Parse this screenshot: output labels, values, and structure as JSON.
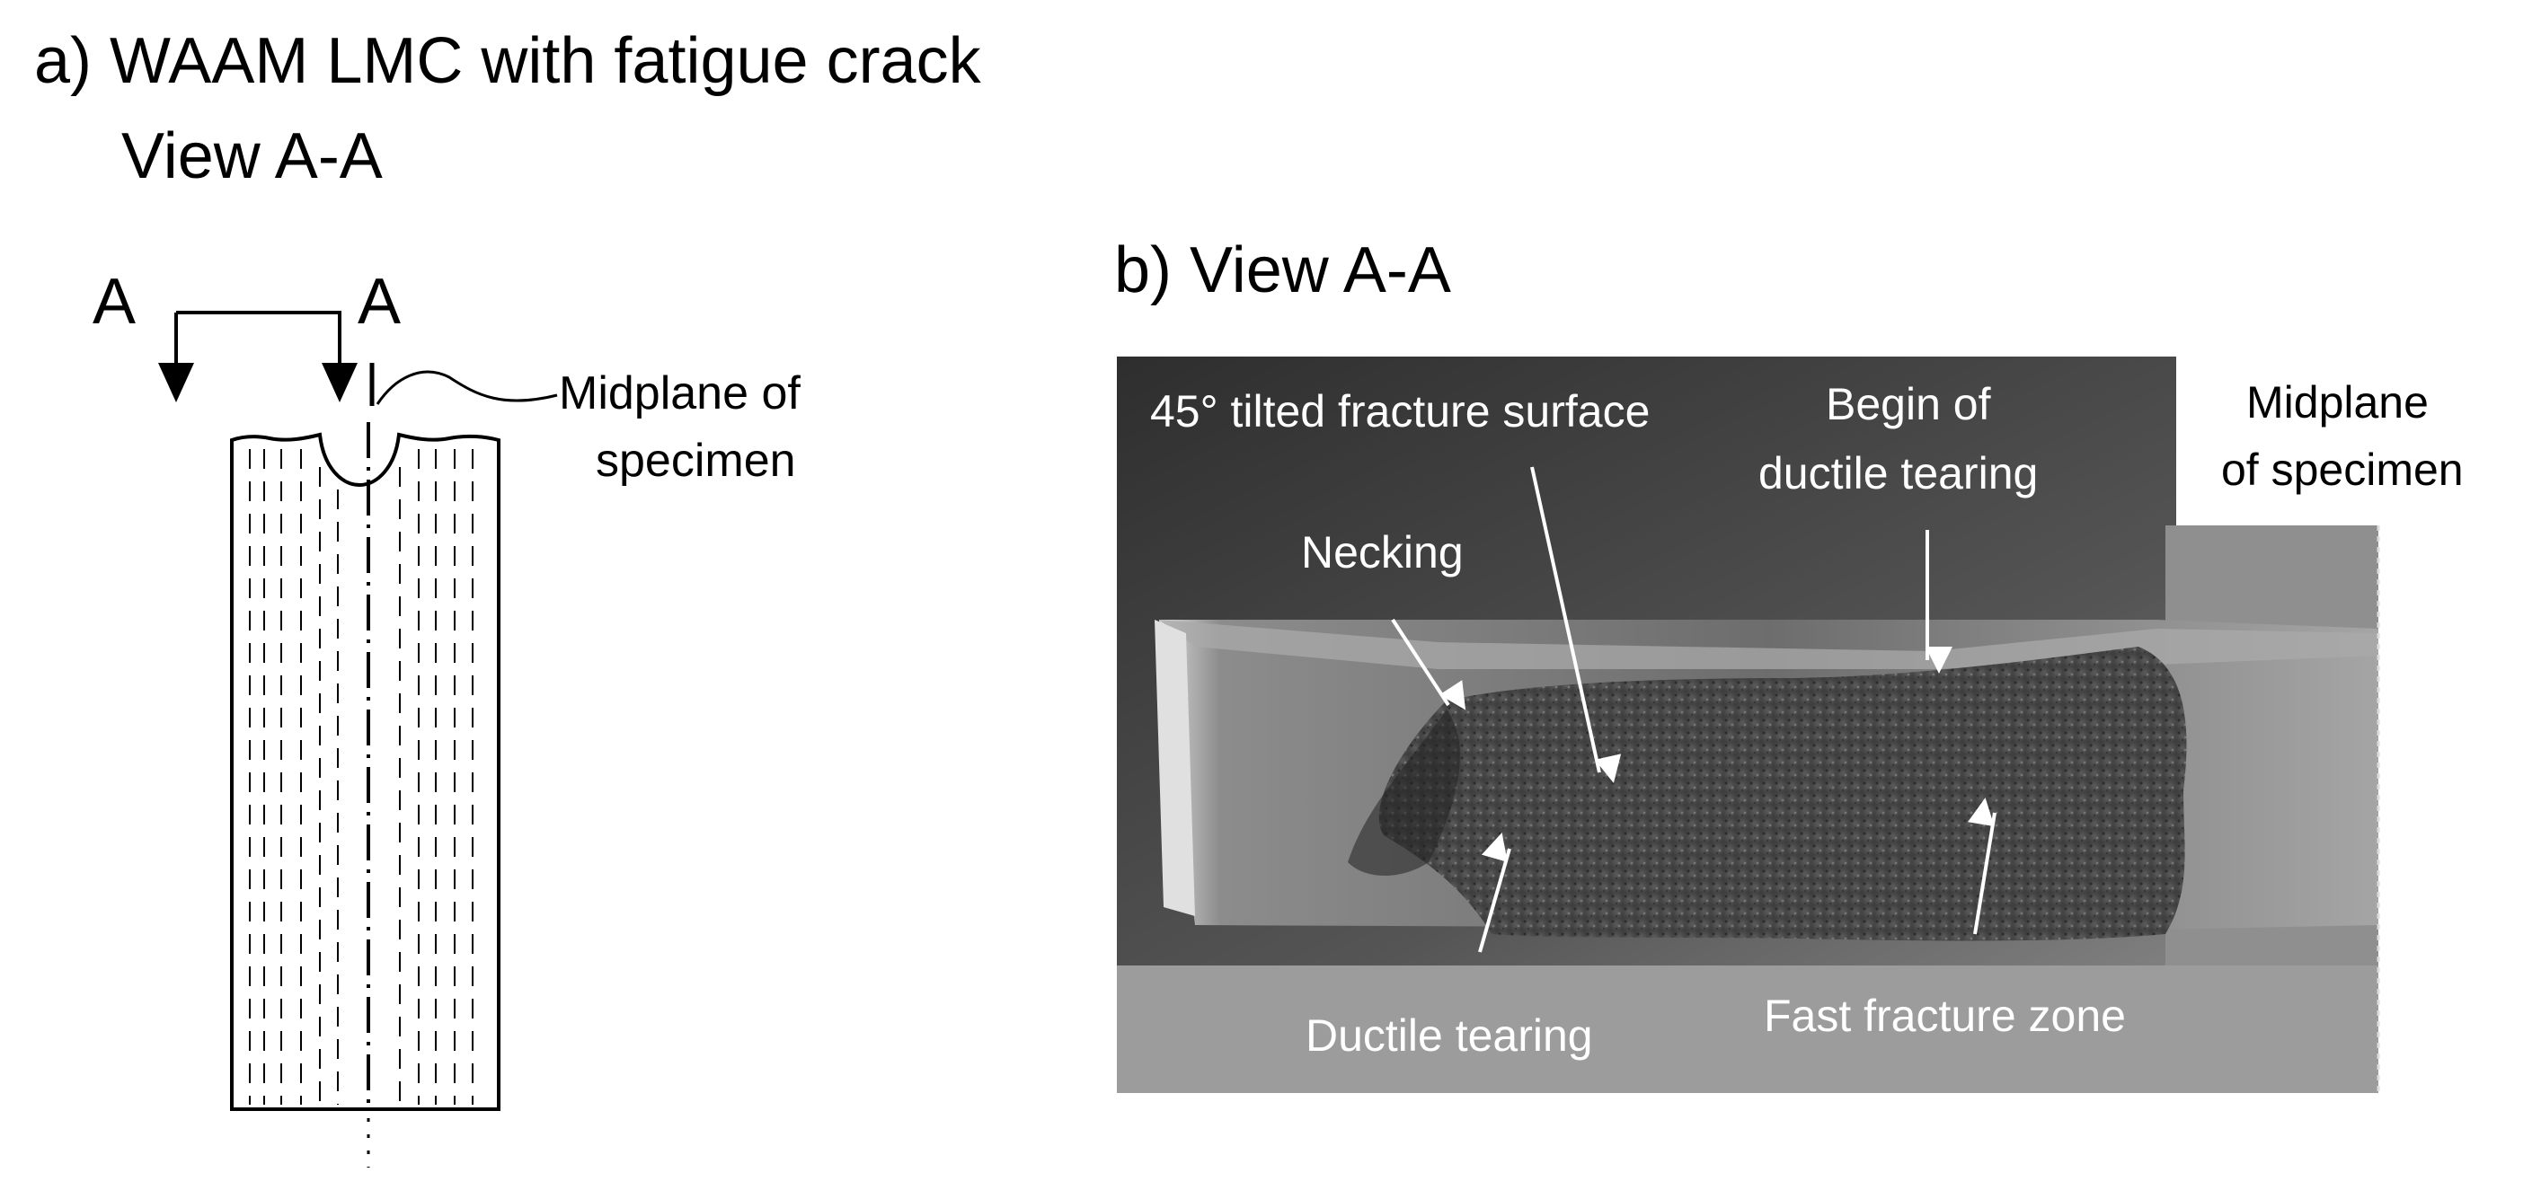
{
  "panel_a": {
    "title_line1": "a) WAAM LMC with fatigue crack",
    "title_line2": "View A-A",
    "section_label_left": "A",
    "section_label_right": "A",
    "midplane_label_line1": "Midplane of",
    "midplane_label_line2": "specimen"
  },
  "panel_b": {
    "title": "b) View A-A",
    "annotations": {
      "tilted_surface": "45° tilted fracture surface",
      "begin_ductile_line1": "Begin of",
      "begin_ductile_line2": "ductile tearing",
      "midplane_line1": "Midplane",
      "midplane_line2": "of specimen",
      "necking": "Necking",
      "ductile_tearing": "Ductile tearing",
      "fast_fracture": "Fast fracture zone"
    }
  },
  "colors": {
    "ink": "#000000",
    "photo_background": "#3a3a3a",
    "specimen_body": "#6e6e6e",
    "fracture_surface": "#4c4c4c",
    "lower_band": "#9a9a9a",
    "annotation_text": "#ffffff"
  }
}
